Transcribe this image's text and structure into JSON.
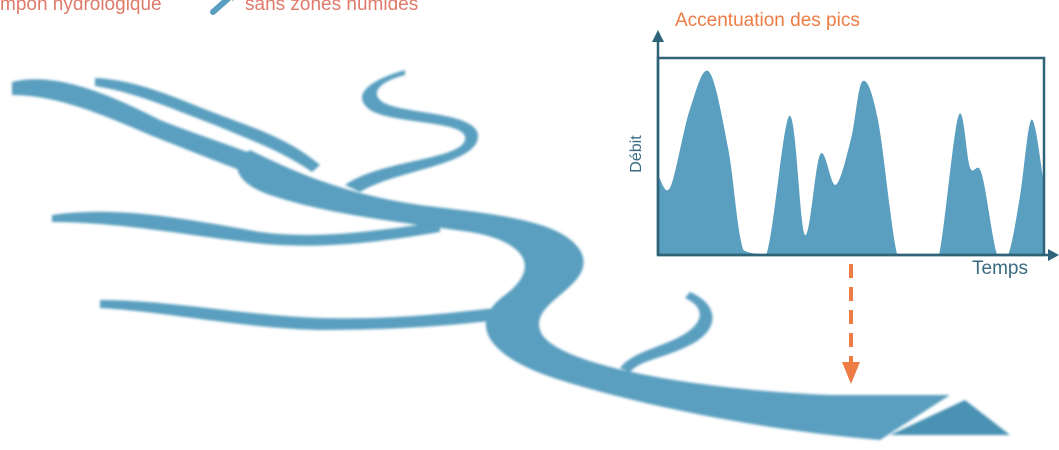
{
  "caption": {
    "left": "mpon hydrologique",
    "right": "sans zones humides",
    "color": "#e07a6a"
  },
  "colors": {
    "water": "#5a9fbf",
    "water_dark": "#3f86a8",
    "axis": "#2f6378",
    "accent": "#ee7d45",
    "caption": "#e07a6a"
  },
  "chart_data": {
    "type": "area",
    "title": "Accentuation des pics",
    "xlabel": "Temps",
    "ylabel": "Débit",
    "x": [
      0,
      0.03,
      0.08,
      0.13,
      0.18,
      0.22,
      0.28,
      0.34,
      0.38,
      0.42,
      0.46,
      0.5,
      0.53,
      0.57,
      0.62,
      0.66,
      0.7,
      0.73,
      0.78,
      0.81,
      0.84,
      0.88,
      0.91,
      0.94,
      0.97,
      1
    ],
    "values": [
      0.4,
      0.35,
      0.75,
      0.95,
      0.55,
      0.02,
      0.0,
      0.72,
      0.1,
      0.52,
      0.36,
      0.6,
      0.9,
      0.7,
      0.0,
      0.0,
      0.0,
      0.0,
      0.72,
      0.45,
      0.42,
      0.0,
      0.0,
      0.3,
      0.7,
      0.4
    ],
    "ylim": [
      0,
      1
    ],
    "xlim": [
      0,
      1
    ],
    "grid": false
  }
}
